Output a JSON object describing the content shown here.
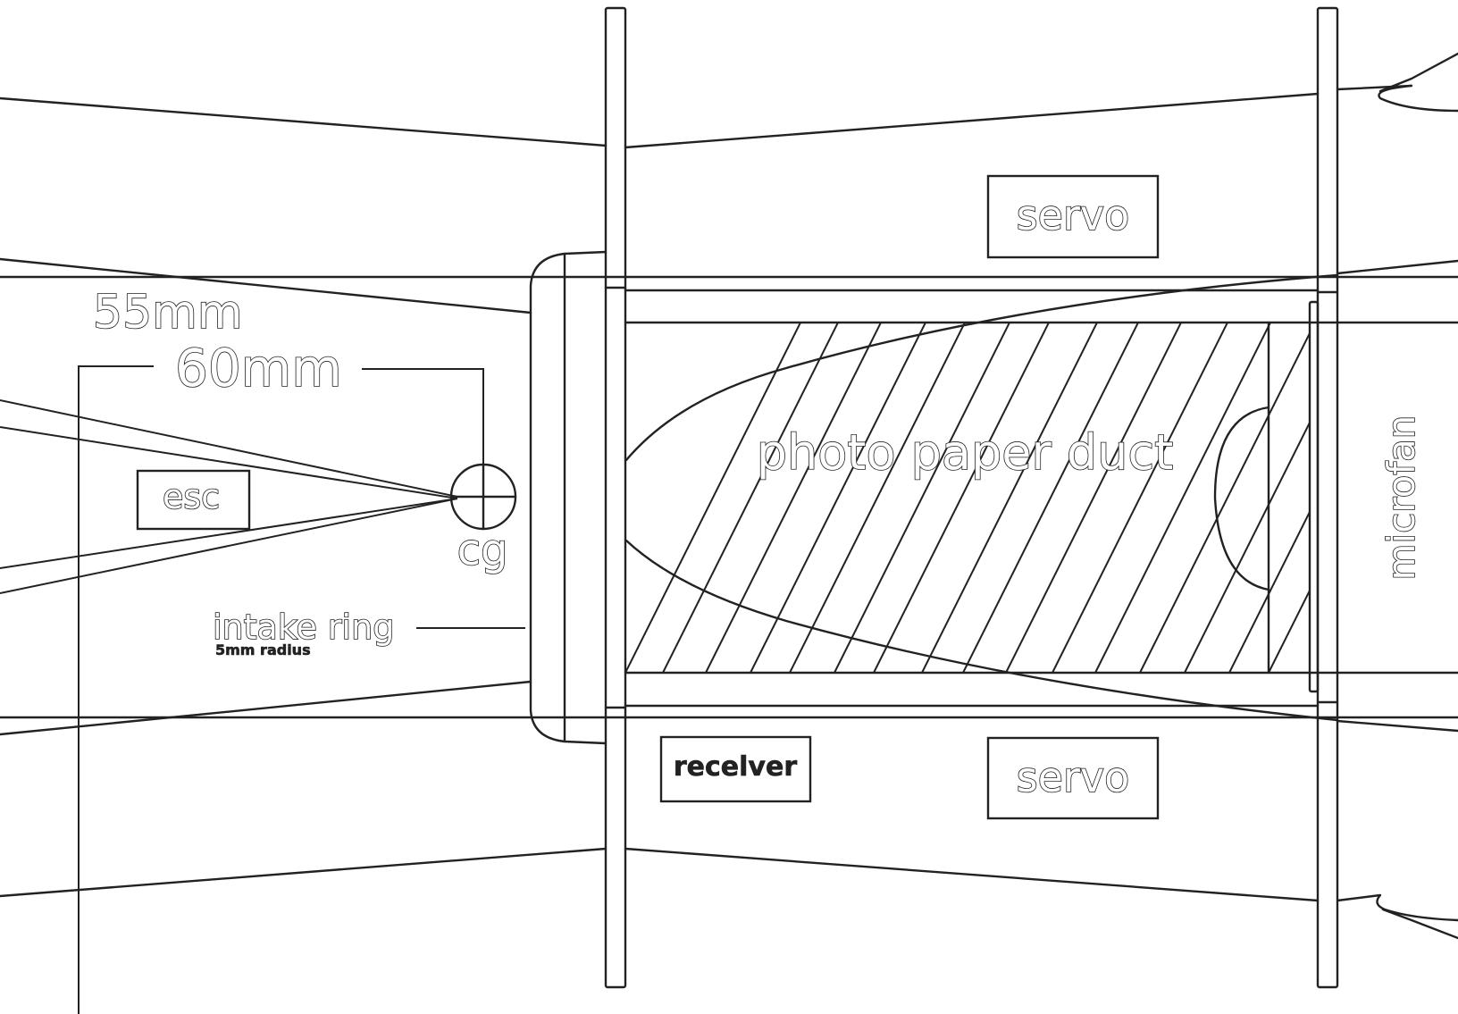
{
  "labels": {
    "servo_top": "servo",
    "servo_bottom": "servo",
    "dim_55": "55mm",
    "dim_60": "60mm",
    "esc": "esc",
    "cg": "cg",
    "intake_ring": "intake ring",
    "intake_ring_note": "5mm radius",
    "receiver": "recelver",
    "duct": "photo paper duct",
    "microfan": "microfan"
  },
  "colors": {
    "line": "#222222",
    "background": "#ffffff"
  }
}
